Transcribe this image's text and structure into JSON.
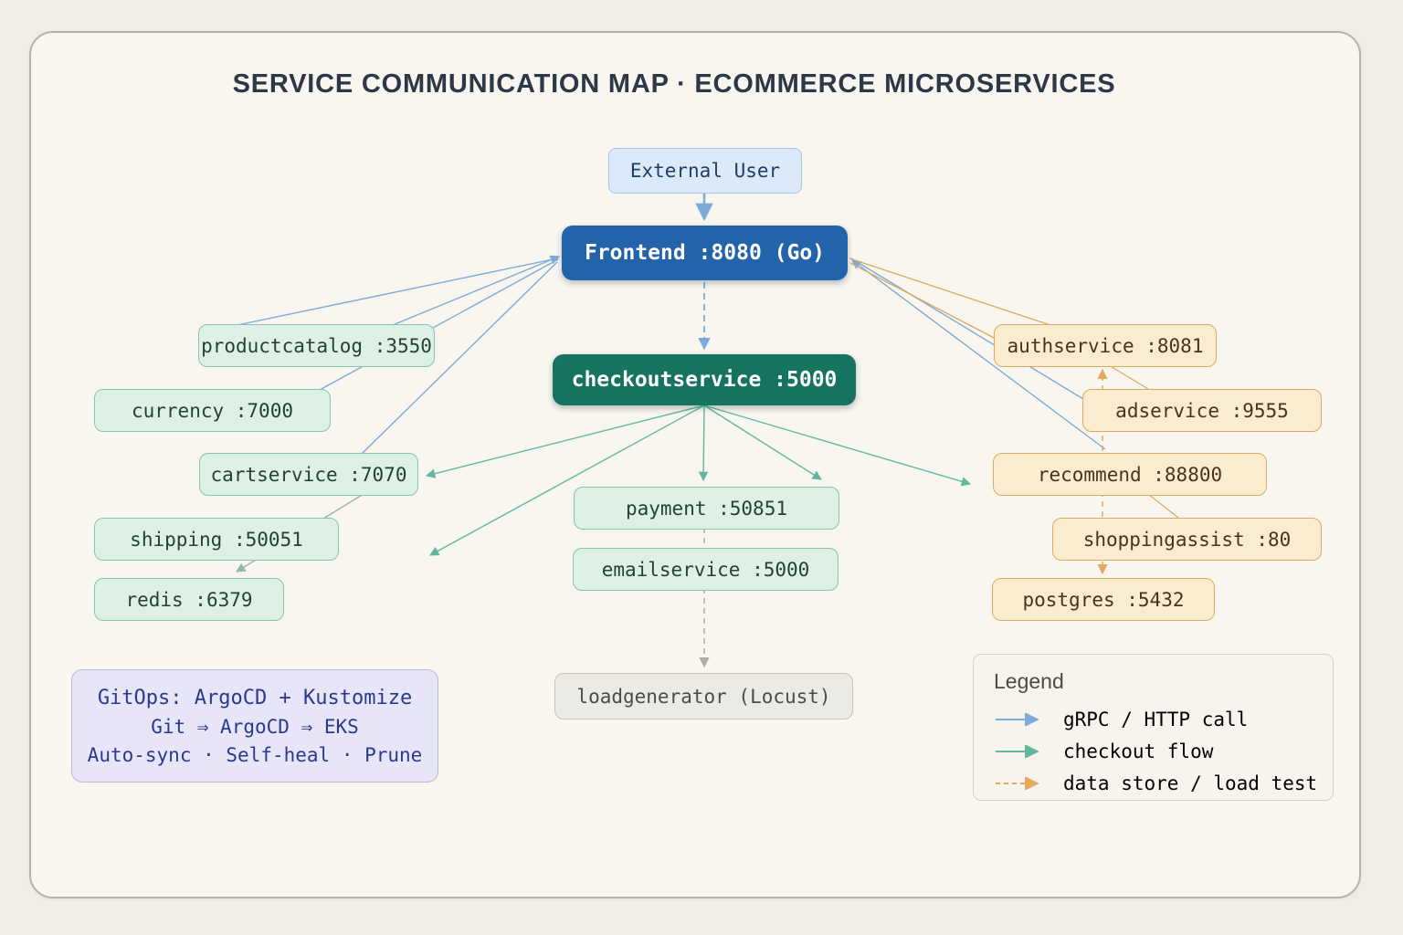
{
  "title": "SERVICE COMMUNICATION MAP · ECOMMERCE MICROSERVICES",
  "nodes": {
    "external_user": {
      "label": "External User"
    },
    "frontend": {
      "label": "Frontend :8080 (Go)"
    },
    "checkoutservice": {
      "label": "checkoutservice :5000"
    },
    "productcatalog": {
      "label": "productcatalog :3550"
    },
    "currency": {
      "label": "currency :7000"
    },
    "cartservice": {
      "label": "cartservice :7070"
    },
    "shipping": {
      "label": "shipping :50051"
    },
    "redis": {
      "label": "redis :6379"
    },
    "payment": {
      "label": "payment :50851"
    },
    "emailservice": {
      "label": "emailservice :5000"
    },
    "loadgenerator": {
      "label": "loadgenerator (Locust)"
    },
    "authservice": {
      "label": "authservice :8081"
    },
    "adservice": {
      "label": "adservice :9555"
    },
    "recommend": {
      "label": "recommend :88800"
    },
    "shoppingassist": {
      "label": "shoppingassist :80"
    },
    "postgres": {
      "label": "postgres :5432"
    }
  },
  "gitops": {
    "line1": "GitOps: ArgoCD + Kustomize",
    "line2": "Git ⇒ ArgoCD ⇒ EKS",
    "line3": "Auto-sync · Self-heal · Prune"
  },
  "legend": {
    "title": "Legend",
    "items": [
      {
        "label": "gRPC / HTTP call",
        "style": "solid",
        "color": "#7dabd9"
      },
      {
        "label": "checkout flow",
        "style": "solid",
        "color": "#61b89c"
      },
      {
        "label": "data store / load test",
        "style": "dashed",
        "color": "#e3aa60"
      }
    ]
  },
  "colors": {
    "grpc_arrow": "#7dabd9",
    "checkout_arrow": "#61b89c",
    "datastore_arrow": "#e3aa60",
    "loadtest_arrow": "#b1ada6",
    "frontend_box": "#2263aa",
    "checkout_box": "#15735f",
    "green_service_bg": "#def1e7",
    "orange_service_bg": "#faeccf",
    "gitops_bg": "#e6e6f8",
    "card_bg": "#f9f5ef"
  }
}
